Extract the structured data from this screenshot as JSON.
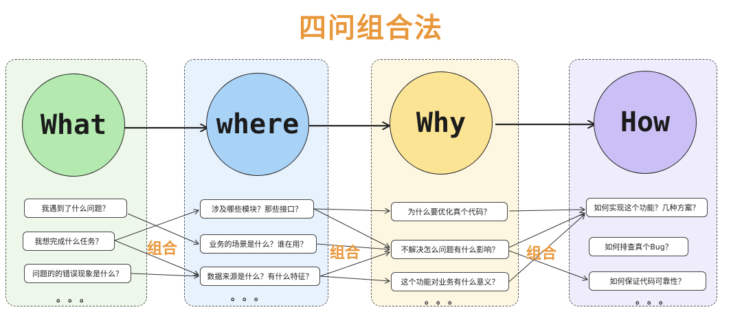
{
  "title": "四问组合法",
  "columns": [
    {
      "circle": "What",
      "questions": [
        "我遇到了什么问题？",
        "我想完成什么任务？",
        "问题的的错误现象是什么？"
      ],
      "more": "。。。"
    },
    {
      "circle": "where",
      "questions": [
        "涉及哪些模块？那些接口？",
        "业务的场景是什么？谁在用？",
        "数据来源是什么？有什么特征？"
      ],
      "more": "。。。"
    },
    {
      "circle": "Why",
      "questions": [
        "为什么要优化真个代码？",
        "不解决怎么问题有什么影响？",
        "这个功能对业务有什么意义？"
      ],
      "more": "。。。"
    },
    {
      "circle": "How",
      "questions": [
        "如何实现这个功能？几种方案？",
        "如何排查真个Bug？",
        "如何保证代码可靠性？"
      ],
      "more": "。。。"
    }
  ],
  "combine_label": "组合",
  "colors": {
    "title": "#e8973a",
    "panel_green": "#eef8ea",
    "panel_blue": "#e8f2fd",
    "panel_yellow": "#fdf7e2",
    "panel_purple": "#efecfb",
    "circle_green": "#b4eab0",
    "circle_blue": "#a9d2f7",
    "circle_yellow": "#fbe494",
    "circle_purple": "#cbc0f6"
  }
}
